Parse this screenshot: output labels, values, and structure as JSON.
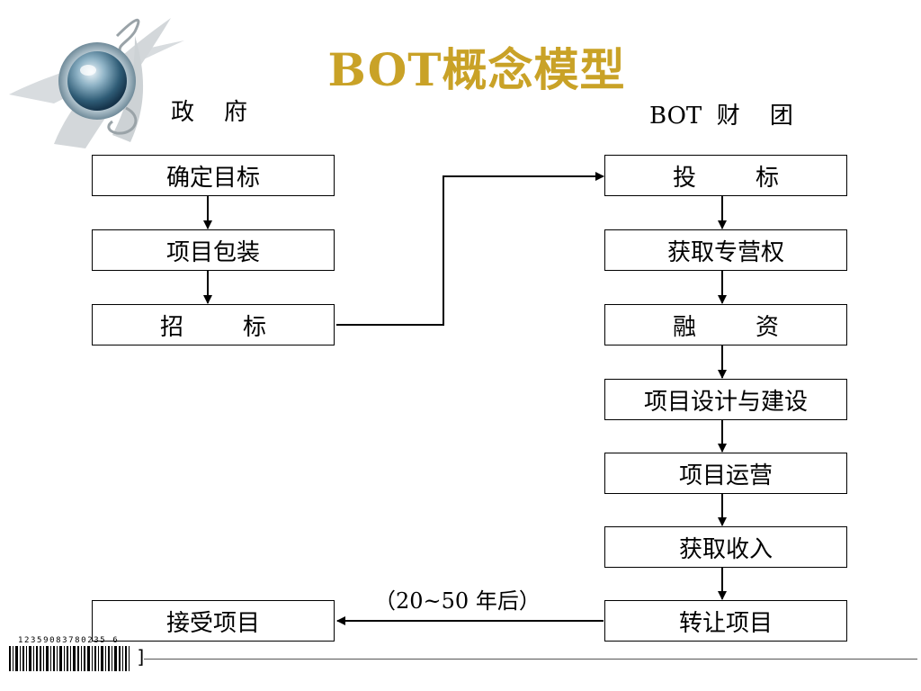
{
  "title": "BOT概念模型",
  "government": {
    "header": "政    府",
    "steps": [
      "确定目标",
      "项目包装",
      "招        标"
    ],
    "receive": "接受项目"
  },
  "consortium": {
    "header": "BOT  财    团",
    "steps": [
      "投        标",
      "获取专营权",
      "融        资",
      "项目设计与建设",
      "项目运营",
      "获取收入",
      "转让项目"
    ]
  },
  "transfer_note": "（20~50 年后）",
  "barcode_digits": "12359083780235 6",
  "colors": {
    "title": "#C9A227",
    "line": "#000000"
  }
}
